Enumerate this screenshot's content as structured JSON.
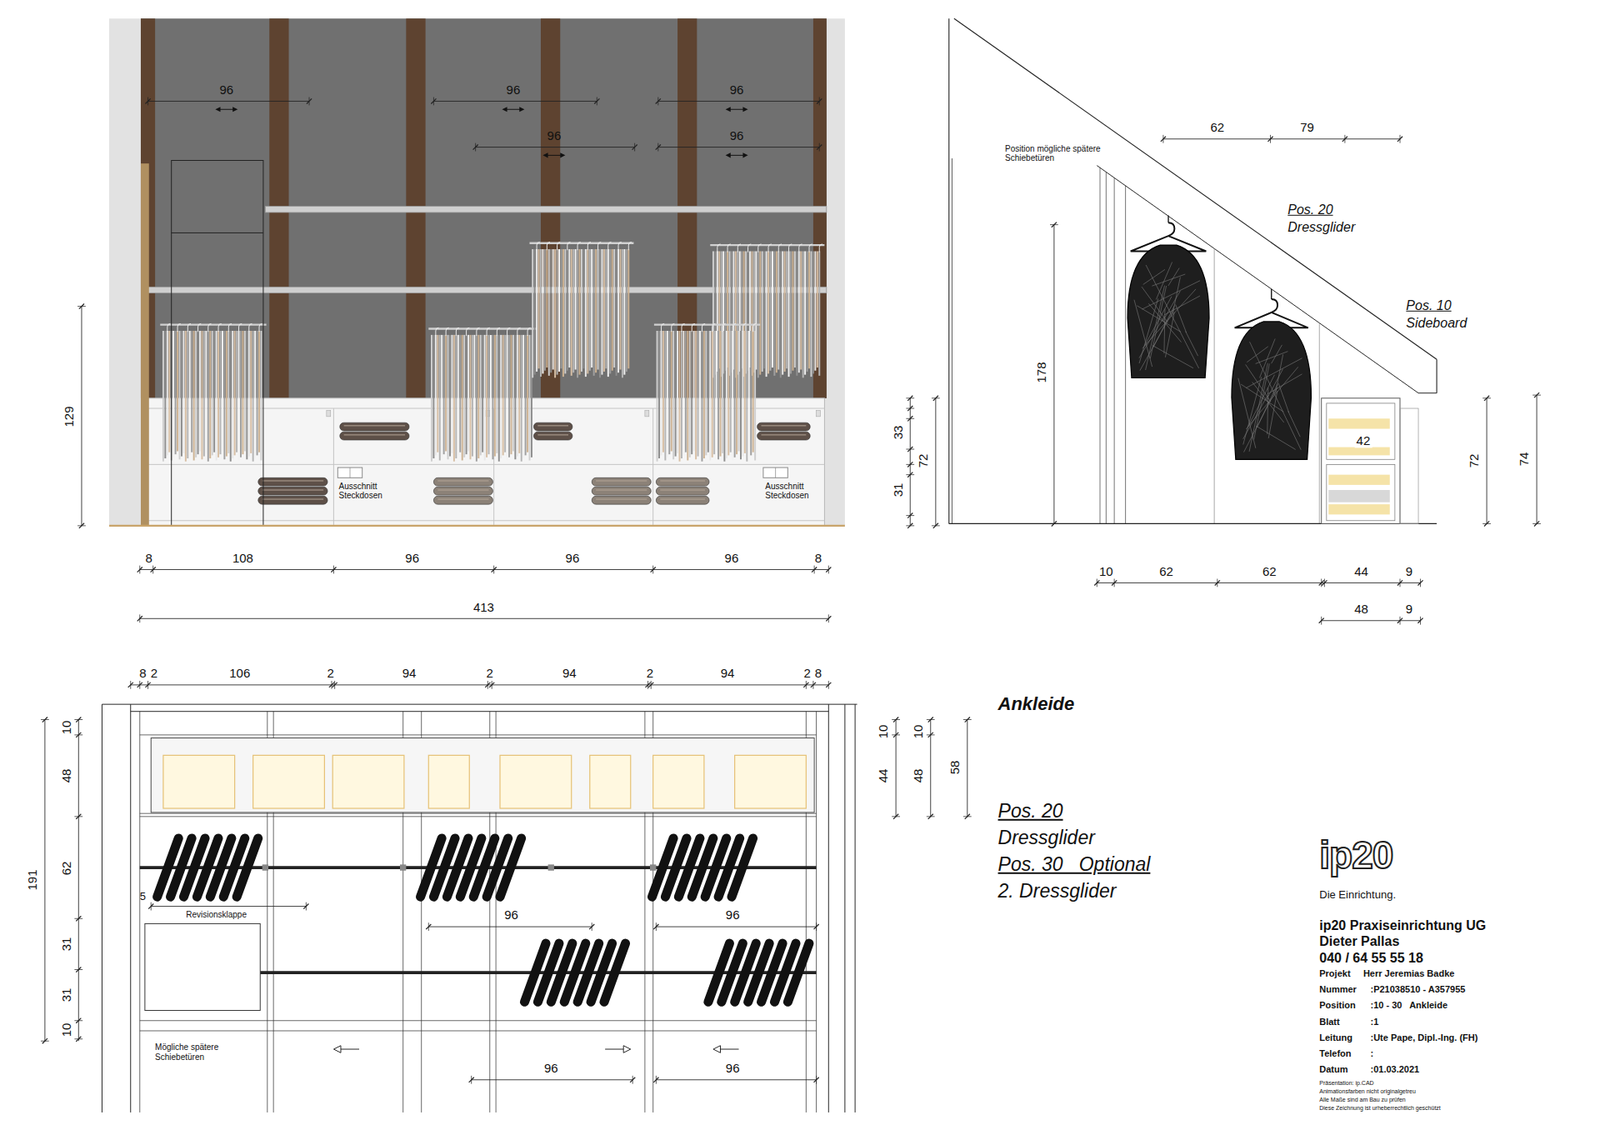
{
  "diagram": {
    "title": "Ankleide",
    "labels": [
      "96",
      "96",
      "96",
      "96",
      "96",
      "129",
      "33",
      "72",
      "31",
      "Ausschnitt Steckdosen",
      "Ausschnitt Steckdosen",
      "8",
      "108",
      "96",
      "96",
      "96",
      "8",
      "413",
      "Position mögliche spätere Schiebetüren",
      "62",
      "79",
      "Pos. 20",
      "Dressglider",
      "Pos. 10",
      "Sideboard",
      "178",
      "42",
      "72",
      "74",
      "10",
      "62",
      "62",
      "44",
      "9",
      "48",
      "9",
      "8",
      "2",
      "106",
      "2",
      "94",
      "2",
      "94",
      "2",
      "94",
      "2",
      "8",
      "10",
      "48",
      "191",
      "62",
      "31",
      "31",
      "10",
      "5",
      "Revisionsklappe",
      "96",
      "96",
      "Mögliche spätere Schiebetüren",
      "96",
      "96",
      "10",
      "44",
      "10",
      "48",
      "58",
      "Pos. 20",
      "Dressglider",
      "Pos. 30   Optional",
      "2. Dressglider",
      "ip20",
      "Die Einrichtung.",
      "ip20 Praxiseinrichtung UG",
      "Dieter Pallas",
      "040 / 64 55 55 18",
      "Projekt",
      "Herr Jeremias Badke",
      "Nummer",
      ":P21038510 - A357955",
      "Position",
      ":10 - 30   Ankleide",
      "Blatt",
      ":1",
      "Leitung",
      ":Ute Pape, Dipl.-Ing. (FH)",
      "Telefon",
      ":",
      "Datum",
      ":01.03.2021",
      "Präsentation: ip.CAD",
      "Animationsfarben nicht originalgetreu",
      "Alle Maße sind am Bau zu prüfen",
      "Diese Zeichnung ist urheberrechtlich geschützt"
    ]
  }
}
